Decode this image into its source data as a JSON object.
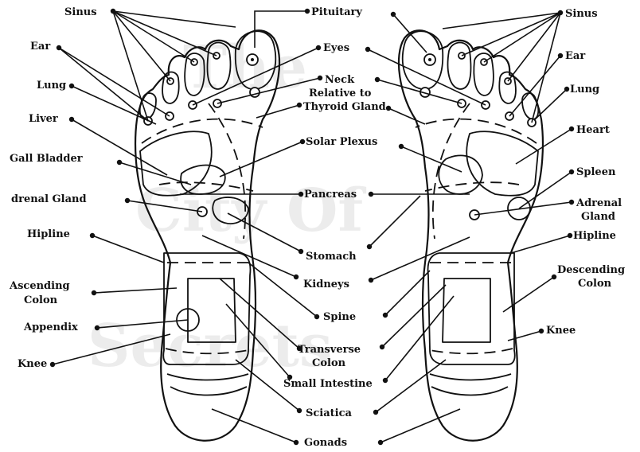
{
  "watermark": {
    "line1": "The",
    "line2": "City Of",
    "line3": "Secrets"
  },
  "labels": {
    "sinus": "Sinus",
    "pituitary": "Pituitary",
    "sinus_right": "Sinus",
    "ear": "Ear",
    "eyes": "Eyes",
    "ear_right": "Ear",
    "lung": "Lung",
    "neck_1": "Neck",
    "neck_2": "Relative to",
    "neck_3": "Thyroid Gland",
    "lung_right": "Lung",
    "liver": "Liver",
    "heart": "Heart",
    "solar_plexus": "Solar Plexus",
    "gall_bladder": "Gall Bladder",
    "spleen": "Spleen",
    "adrenal_left": "drenal Gland",
    "pancreas": "Pancreas",
    "adrenal_right_1": "Adrenal",
    "adrenal_right_2": "Gland",
    "hipline": "Hipline",
    "stomach": "Stomach",
    "hipline_right": "Hipline",
    "ascending_1": "Ascending",
    "ascending_2": "Colon",
    "kidneys": "Kidneys",
    "descending_1": "Descending",
    "descending_2": "Colon",
    "spine": "Spine",
    "appendix": "Appendix",
    "knee_right": "Knee",
    "transverse_1": "Transverse",
    "transverse_2": "Colon",
    "knee": "Knee",
    "small_intestine": "Small Intestine",
    "sciatica": "Sciatica",
    "gonads": "Gonads"
  }
}
